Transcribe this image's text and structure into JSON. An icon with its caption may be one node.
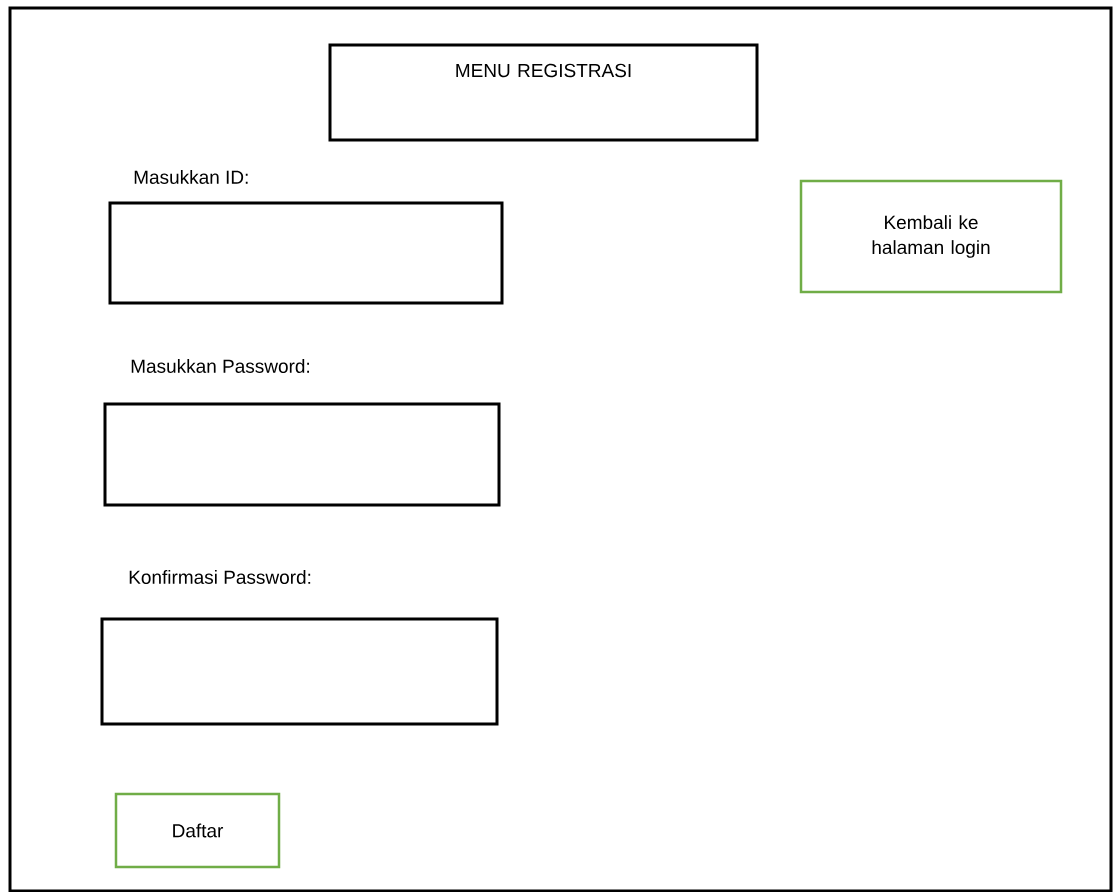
{
  "diagram": {
    "nodes": [
      {
        "text": [],
        "shape": "box"
      },
      {
        "text": [
          "MENU REGISTRASI"
        ],
        "in": 0
      },
      {
        "text": [
          "Masukkan ID:"
        ],
        "in": 0
      },
      {
        "text": [
          "Kembali ke halaman login"
        ],
        "in": 0
      },
      {
        "text": [
          "Masukkan Password:"
        ],
        "in": 0
      },
      {
        "text": [
          "Konfirmasi Password:"
        ],
        "in": 0
      },
      {
        "text": [
          "Daftar"
        ],
        "in": 0
      }
    ]
  }
}
